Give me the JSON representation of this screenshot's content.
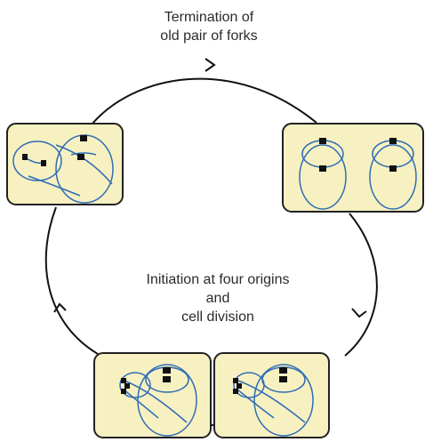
{
  "labels": {
    "top": [
      "Termination of",
      "old pair of forks"
    ],
    "middle": [
      "Initiation at four origins",
      "and",
      "cell division"
    ]
  },
  "colors": {
    "box_fill": "#f7f1c2",
    "box_stroke": "#222222",
    "cell_stroke": "#2f6db5",
    "cycle_line": "#111111",
    "fork_marker": "#111111",
    "text": "#2b2b2b"
  }
}
